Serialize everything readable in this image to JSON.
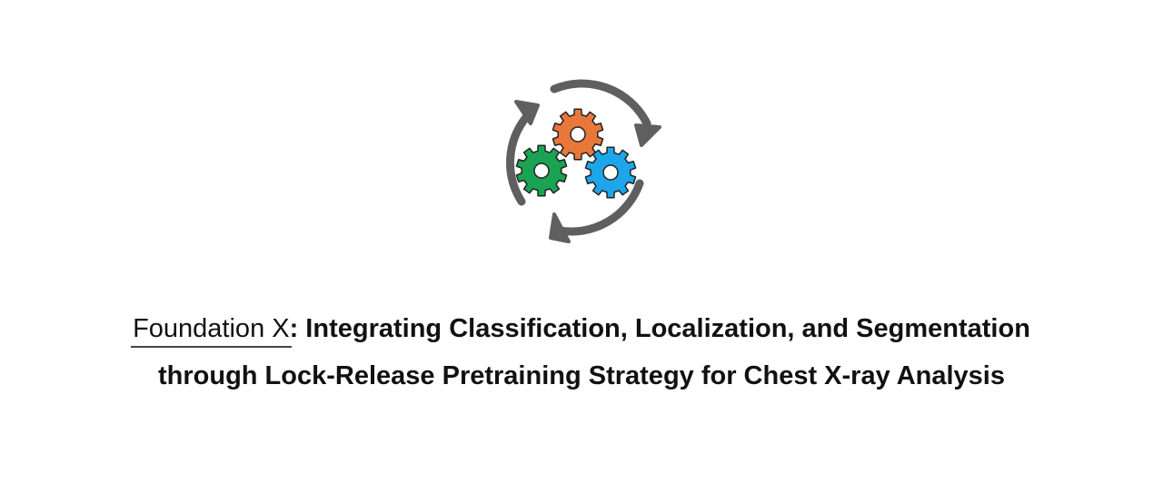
{
  "logo": {
    "icon": "gears-cycle-icon",
    "colors": {
      "arrows": "#5f5f5f",
      "gear_top": "#e8773a",
      "gear_left": "#1aa352",
      "gear_right": "#1ea6ea",
      "outline": "#222222"
    }
  },
  "title": {
    "emphasis": "Foundation X",
    "line1_rest": ": Integrating Classification, Localization, and Segmentation",
    "line2": "through Lock-Release Pretraining Strategy for Chest X-ray Analysis"
  }
}
